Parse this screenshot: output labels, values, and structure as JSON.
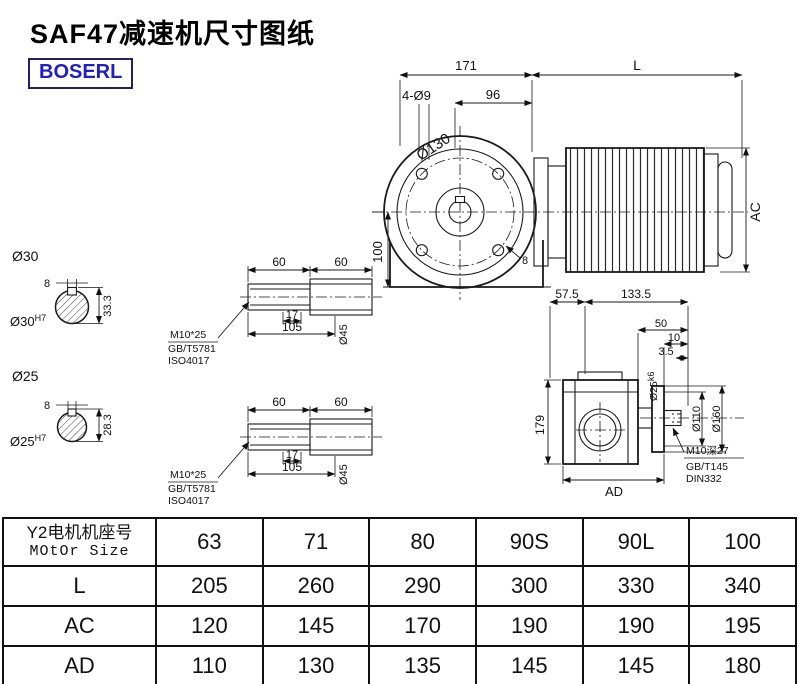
{
  "page": {
    "title": "SAF47减速机尺寸图纸",
    "brand": "BOSERL"
  },
  "front_view": {
    "dim_width": "171",
    "dim_motor_length": "L",
    "dim_flange": "96",
    "dim_holes": "4-Ø9",
    "dim_flange_dia": "Ø130",
    "dim_center_height": "100",
    "dim_motor_height": "AC",
    "dim_key": "8"
  },
  "bore_section_30": {
    "dia": "Ø30",
    "bore": "Ø30",
    "bore_tol": "H7",
    "key_width": "8",
    "key_depth": "33.3"
  },
  "bore_section_25": {
    "dia": "Ø25",
    "bore": "Ø25",
    "bore_tol": "H7",
    "key_width": "8",
    "key_depth": "28.3"
  },
  "shaft_detail_top": {
    "dim_len_1": "60",
    "dim_len_2": "60",
    "dim_key_len": "17",
    "dim_total_len": "105",
    "dim_dia": "Ø45",
    "tap_callout": "M10*25",
    "tap_std_1": "GB/T5781",
    "tap_std_2": "ISO4017"
  },
  "shaft_detail_bottom": {
    "dim_len_1": "60",
    "dim_len_2": "60",
    "dim_key_len": "17",
    "dim_total_len": "105",
    "dim_dia": "Ø45",
    "tap_callout": "M10*25",
    "tap_std_1": "GB/T5781",
    "tap_std_2": "ISO4017"
  },
  "side_view": {
    "dim_a": "57.5",
    "dim_b": "133.5",
    "dim_c": "50",
    "dim_d": "10",
    "dim_e": "3.5",
    "shaft_dia": "Ø25",
    "shaft_tol": "k6",
    "dim_height": "179",
    "dim_flange_dia": "Ø110",
    "dim_outer_dia": "Ø160",
    "dim_depth": "AD",
    "tap_callout": "M10深27",
    "tap_std_1": "GB/T145",
    "tap_std_2": "DIN332"
  },
  "table": {
    "header": {
      "label_cn": "Y2电机机座号",
      "label_en": "MOtOr Size",
      "values": [
        "63",
        "71",
        "80",
        "90S",
        "90L",
        "100"
      ]
    },
    "rows": [
      {
        "label": "L",
        "values": [
          "205",
          "260",
          "290",
          "300",
          "330",
          "340"
        ]
      },
      {
        "label": "AC",
        "values": [
          "120",
          "145",
          "170",
          "190",
          "190",
          "195"
        ]
      },
      {
        "label": "AD",
        "values": [
          "110",
          "130",
          "135",
          "145",
          "145",
          "180"
        ]
      }
    ]
  }
}
